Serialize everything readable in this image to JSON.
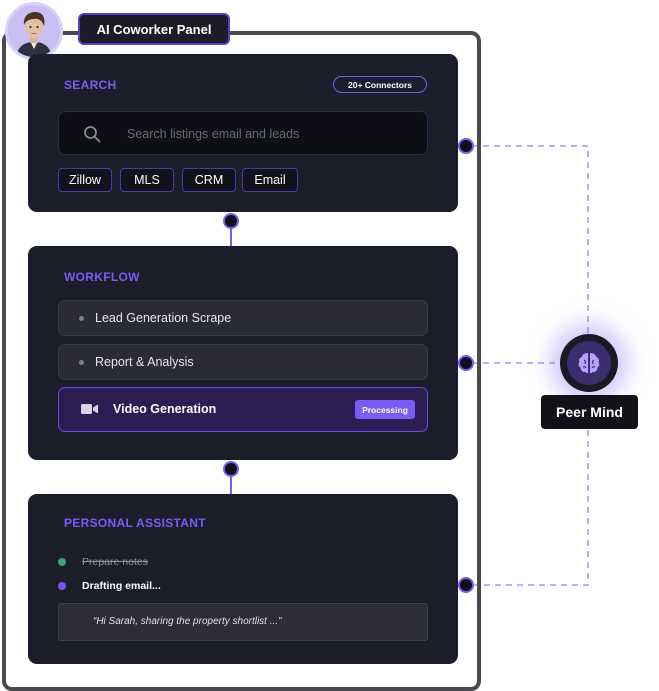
{
  "panel": {
    "title": "AI Coworker Panel"
  },
  "search": {
    "label": "SEARCH",
    "badge": "20+ Connectors",
    "placeholder": "Search listings email and leads",
    "chips": [
      "Zillow",
      "MLS",
      "CRM",
      "Email"
    ]
  },
  "workflow": {
    "label": "WORKFLOW",
    "items": [
      {
        "label": "Lead Generation Scrape"
      },
      {
        "label": "Report & Analysis"
      }
    ],
    "active": {
      "label": "Video Generation",
      "status": "Processing",
      "icon": "video-camera-icon"
    }
  },
  "assistant": {
    "label": "PERSONAL ASSISTANT",
    "tasks": [
      {
        "label": "Prepare notes",
        "state": "done",
        "color": "#3aa76d"
      },
      {
        "label": "Drafting email...",
        "state": "in-progress",
        "color": "#7b4ff0"
      }
    ],
    "draft": "“Hi Sarah, sharing the property shortlist ...”"
  },
  "peer": {
    "label": "Peer Mind",
    "icon": "brain-icon"
  },
  "colors": {
    "accent": "#7b5cf2",
    "card": "#1c1d2a",
    "frame": "#4a4a4f"
  }
}
